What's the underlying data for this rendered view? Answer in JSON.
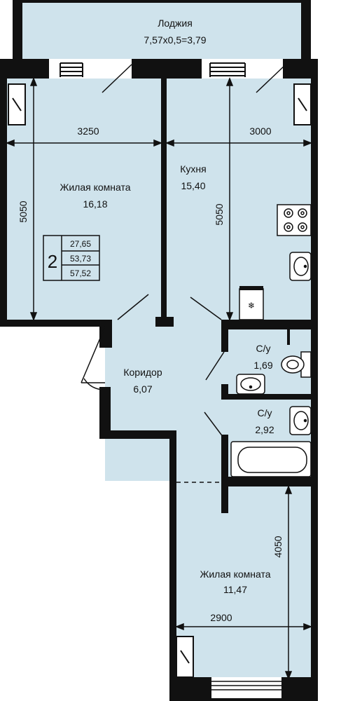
{
  "colors": {
    "floor": "#cfe3ec",
    "wall": "#111111",
    "line": "#111111",
    "window": "#ffffff"
  },
  "rooms": {
    "loggia": {
      "name": "Лоджия",
      "area": "7,57x0,5=3,79"
    },
    "living1": {
      "name": "Жилая комната",
      "area": "16,18"
    },
    "kitchen": {
      "name": "Кухня",
      "area": "15,40"
    },
    "corridor": {
      "name": "Коридор",
      "area": "6,07"
    },
    "wc1": {
      "name": "С/у",
      "area": "1,69"
    },
    "wc2": {
      "name": "С/у",
      "area": "2,92"
    },
    "living2": {
      "name": "Жилая комната",
      "area": "11,47"
    }
  },
  "dimensions": {
    "living1_width": "3250",
    "kitchen_width": "3000",
    "living1_depth": "5050",
    "kitchen_depth": "5050",
    "living2_depth": "4050",
    "living2_width": "2900"
  },
  "summary": {
    "rooms_count": "2",
    "living_area": "27,65",
    "total_area": "53,73",
    "total_with_loggia": "57,52"
  },
  "icons": [
    "radiator-icon",
    "stove-icon",
    "sink-icon",
    "fridge-icon",
    "toilet-icon",
    "bathtub-icon",
    "window-icon",
    "door-swing-icon"
  ]
}
